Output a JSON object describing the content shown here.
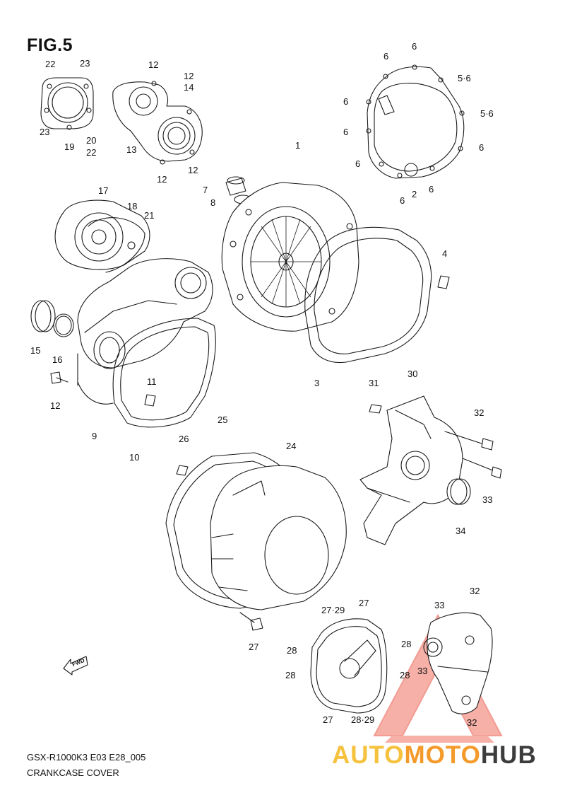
{
  "figure": {
    "title": "FIG.5",
    "model_code": "GSX-R1000K3 E03 E28_005",
    "caption": "CRANKCASE COVER"
  },
  "watermark": {
    "part1": "AUTO",
    "part2": "MOTO",
    "part3": "HUB",
    "colors": {
      "auto": "#f6c23e",
      "moto": "#f49a2a",
      "hub": "#3c3c3c",
      "triangle": "#e84a3a"
    }
  },
  "direction_arrow": {
    "label": "FWD"
  },
  "callouts": {
    "c_1": "1",
    "c_2": "2",
    "c_3": "3",
    "c_4": "4",
    "c_5_6a": "5·6",
    "c_5_6b": "5·6",
    "c_6a": "6",
    "c_6b": "6",
    "c_6c": "6",
    "c_6d": "6",
    "c_6e": "6",
    "c_6f": "6",
    "c_6g": "6",
    "c_6h": "6",
    "c_7": "7",
    "c_8": "8",
    "c_9": "9",
    "c_10": "10",
    "c_11": "11",
    "c_12a": "12",
    "c_12b": "12",
    "c_12c": "12",
    "c_12d": "12",
    "c_12e": "12",
    "c_13": "13",
    "c_14": "14",
    "c_15": "15",
    "c_16": "16",
    "c_17": "17",
    "c_18": "18",
    "c_19": "19",
    "c_20": "20",
    "c_21": "21",
    "c_22a": "22",
    "c_22b": "22",
    "c_23a": "23",
    "c_23b": "23",
    "c_24": "24",
    "c_25": "25",
    "c_26": "26",
    "c_27a": "27",
    "c_27b": "27",
    "c_27c": "27",
    "c_27_29": "27·29",
    "c_28a": "28",
    "c_28b": "28",
    "c_28c": "28",
    "c_28d": "28",
    "c_28_29": "28·29",
    "c_30": "30",
    "c_31": "31",
    "c_32a": "32",
    "c_32b": "32",
    "c_32c": "32",
    "c_33a": "33",
    "c_33b": "33",
    "c_33c": "33",
    "c_34": "34"
  }
}
